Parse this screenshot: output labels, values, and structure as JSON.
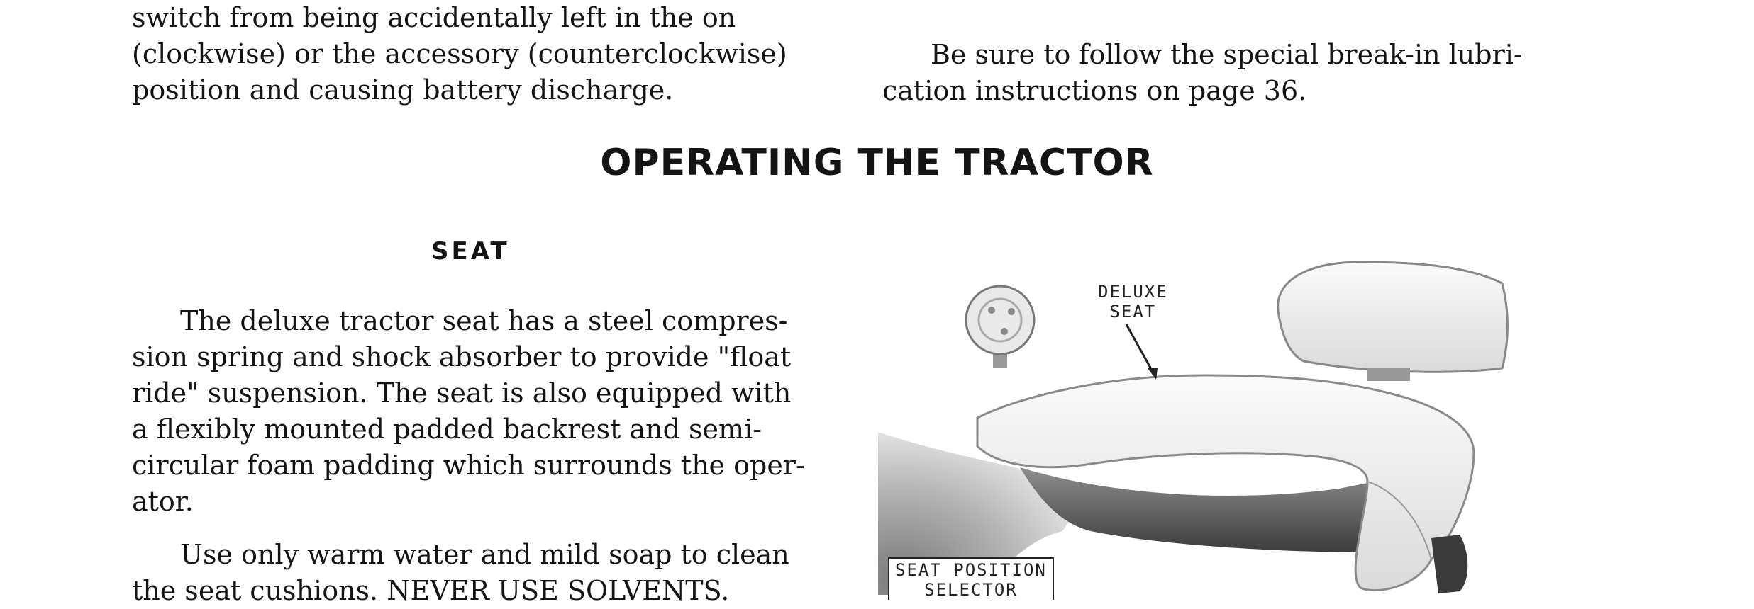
{
  "top_left": {
    "lines": [
      "switch from being accidentally left in the on",
      "(clockwise) or the accessory (counterclockwise)",
      "position and causing battery discharge."
    ]
  },
  "top_right": {
    "lines": [
      "Be sure to follow the special break-in lubri-",
      "cation instructions on page 36."
    ]
  },
  "section_title": "OPERATING THE TRACTOR",
  "seat": {
    "heading": "SEAT",
    "para1_lines": [
      "The deluxe tractor seat has a steel compres-",
      "sion spring and shock absorber to provide \"float",
      "ride\" suspension. The seat is also equipped with",
      "a flexibly mounted padded backrest and semi-",
      "circular foam padding which surrounds the oper-",
      "ator."
    ],
    "para2_lines": [
      "Use only warm water and mild soap to clean",
      "the seat cushions. NEVER USE SOLVENTS."
    ]
  },
  "figure": {
    "callout_deluxe_lines": [
      "DELUXE",
      "SEAT"
    ],
    "callout_selector_lines": [
      "SEAT POSITION",
      "SELECTOR"
    ]
  }
}
